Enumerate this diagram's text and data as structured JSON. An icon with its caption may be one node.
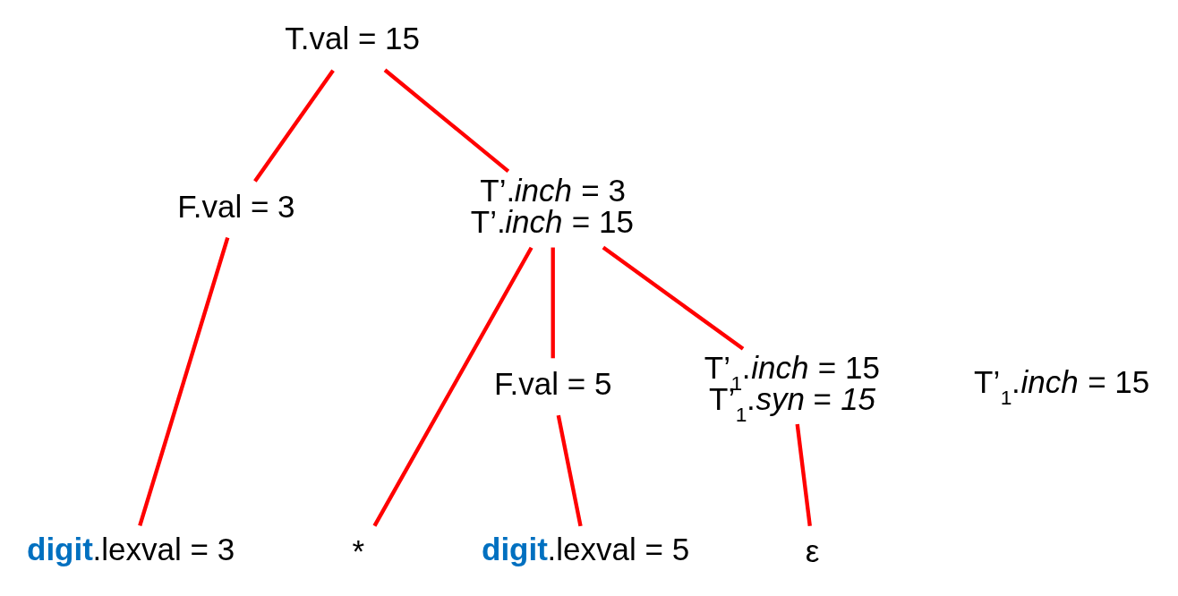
{
  "diagram": {
    "nodes": [
      {
        "text": [
          "T.val = 15"
        ]
      },
      {
        "text": [
          "F.val = 3"
        ]
      },
      {
        "text": [
          "T’.*inch* = 3",
          "T’.*inch* = 15"
        ]
      },
      {
        "text": [
          "**digit**.lexval = 3"
        ]
      },
      {
        "text": [
          "*"
        ]
      },
      {
        "text": [
          "F.val = 5"
        ]
      },
      {
        "text": [
          "T’$_{1}$.*inch* = 15",
          "T’$_{1}$.*syn* = *15*"
        ]
      },
      {
        "text": [
          "**digit**.lexval = 5"
        ]
      },
      {
        "text": [
          "ε"
        ]
      }
    ],
    "edges": [
      {
        "from": 0,
        "to": 1,
        "arrow": "none"
      },
      {
        "from": 0,
        "to": 2,
        "arrow": "none"
      },
      {
        "from": 1,
        "to": 3,
        "arrow": "none"
      },
      {
        "from": 2,
        "to": 4,
        "arrow": "none"
      },
      {
        "from": 2,
        "to": 5,
        "arrow": "none"
      },
      {
        "from": 2,
        "to": 6,
        "arrow": "none"
      },
      {
        "from": 5,
        "to": 7,
        "arrow": "none"
      },
      {
        "from": 6,
        "to": 8,
        "arrow": "none"
      }
    ],
    "labels": [
      "T’$_{1}$.*inch* = 15"
    ]
  }
}
